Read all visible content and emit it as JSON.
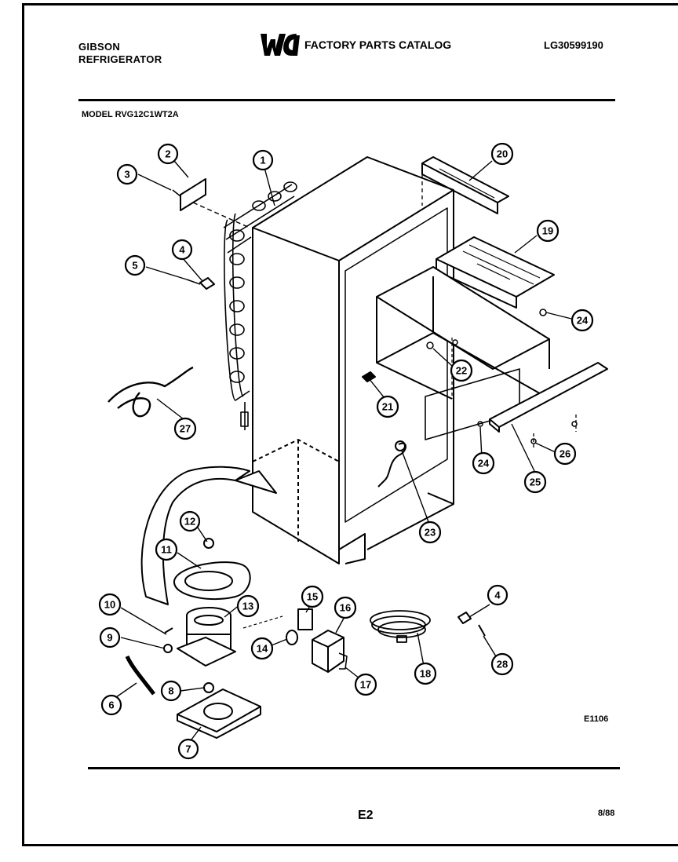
{
  "header": {
    "brand_line1": "GIBSON",
    "brand_line2": "REFRIGERATOR",
    "logo_text": "WCI",
    "catalog_title": "FACTORY PARTS CATALOG",
    "catalog_code": "LG30599190"
  },
  "model": "MODEL RVG12C1WT2A",
  "figure_code": "E1106",
  "footer": {
    "page": "E2",
    "date": "8/88"
  },
  "callouts": [
    "1",
    "2",
    "3",
    "4",
    "5",
    "27",
    "20",
    "19",
    "24",
    "22",
    "21",
    "24",
    "23",
    "25",
    "26",
    "12",
    "11",
    "13",
    "10",
    "9",
    "6",
    "8",
    "7",
    "14",
    "15",
    "16",
    "17",
    "18",
    "4",
    "28"
  ]
}
